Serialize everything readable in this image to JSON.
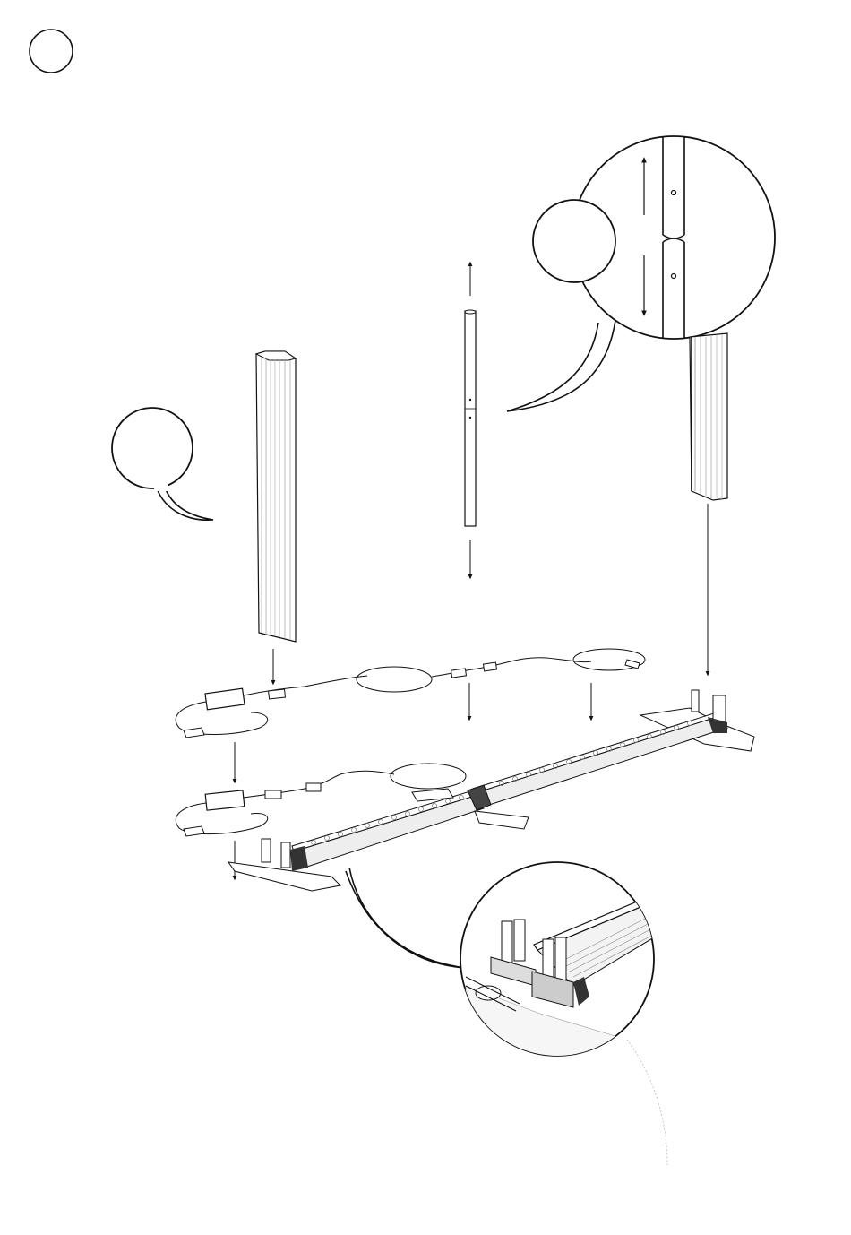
{
  "page": {
    "background": "#ffffff",
    "ink_color": "#111111",
    "light_ink": "#9a9a9a"
  },
  "step": {
    "number": "",
    "badge_icon": "step-number-circle-icon"
  },
  "callouts": {
    "pole_joint_detail": {
      "label": ""
    },
    "panel_note": {
      "label": ""
    },
    "joint_note": {
      "label": ""
    },
    "connector_detail": {
      "label": ""
    }
  },
  "parts": [
    {
      "id": "left-panel",
      "icon": "vertical-panel-icon"
    },
    {
      "id": "center-pole",
      "icon": "telescopic-pole-icon"
    },
    {
      "id": "right-panel",
      "icon": "vertical-panel-icon"
    },
    {
      "id": "upper-rail",
      "icon": "light-rail-icon"
    },
    {
      "id": "lower-rail",
      "icon": "light-rail-icon"
    },
    {
      "id": "upper-power-cable",
      "icon": "power-adapter-icon"
    },
    {
      "id": "lower-power-cable",
      "icon": "power-adapter-icon"
    },
    {
      "id": "end-connector",
      "icon": "connector-bracket-icon"
    }
  ]
}
